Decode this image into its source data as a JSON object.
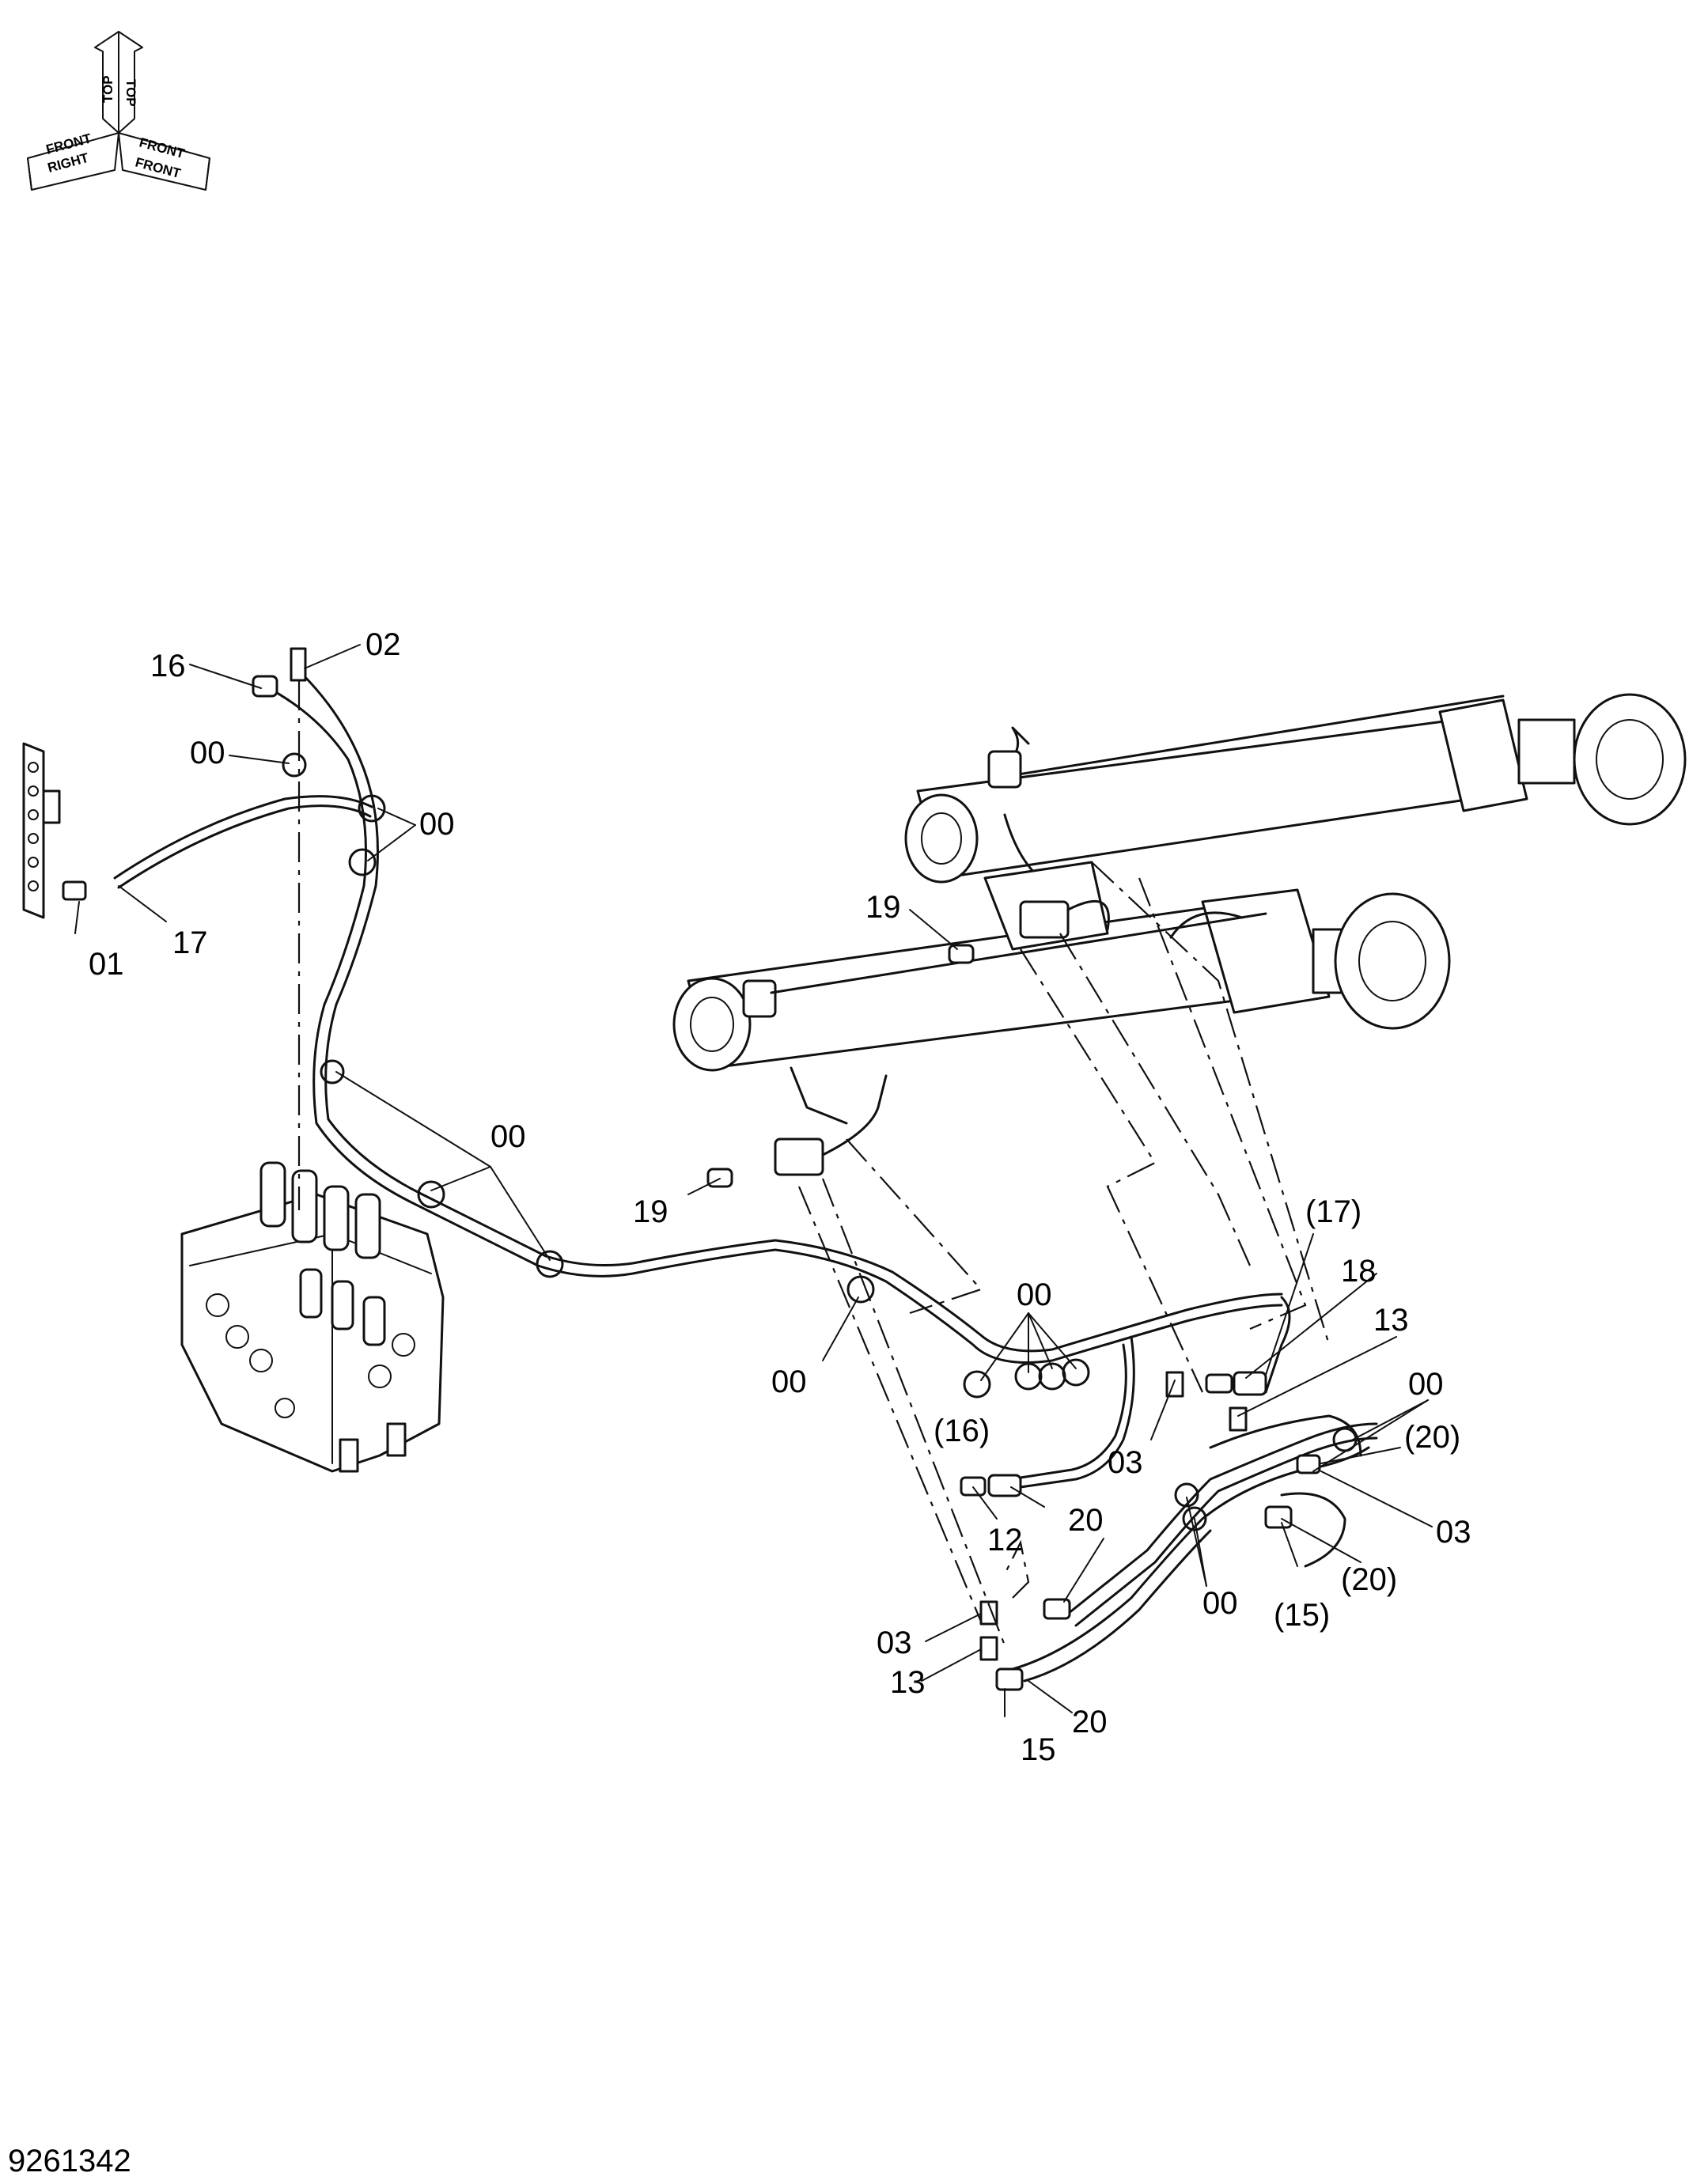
{
  "orientation": {
    "top": "TOP",
    "front_top": "FRONT",
    "front": "FRONT",
    "right": "RIGHT",
    "top_mirror": "TOP",
    "front_mirror": "FRONT"
  },
  "callouts": [
    {
      "id": "c-02",
      "text": "02"
    },
    {
      "id": "c-16a",
      "text": "16"
    },
    {
      "id": "c-00a",
      "text": "00"
    },
    {
      "id": "c-00b",
      "text": "00"
    },
    {
      "id": "c-01",
      "text": "01"
    },
    {
      "id": "c-17",
      "text": "17"
    },
    {
      "id": "c-19a",
      "text": "19"
    },
    {
      "id": "c-00c",
      "text": "00"
    },
    {
      "id": "c-19b",
      "text": "19"
    },
    {
      "id": "c-17p",
      "text": "(17)"
    },
    {
      "id": "c-00d",
      "text": "00"
    },
    {
      "id": "c-18",
      "text": "18"
    },
    {
      "id": "c-13a",
      "text": "13"
    },
    {
      "id": "c-00e",
      "text": "00"
    },
    {
      "id": "c-00f",
      "text": "00"
    },
    {
      "id": "c-16p",
      "text": "(16)"
    },
    {
      "id": "c-03a",
      "text": "03"
    },
    {
      "id": "c-20p1",
      "text": "(20)"
    },
    {
      "id": "c-03b",
      "text": "03"
    },
    {
      "id": "c-12",
      "text": "12"
    },
    {
      "id": "c-20a",
      "text": "20"
    },
    {
      "id": "c-20p2",
      "text": "(20)"
    },
    {
      "id": "c-00g",
      "text": "00"
    },
    {
      "id": "c-15p",
      "text": "(15)"
    },
    {
      "id": "c-03c",
      "text": "03"
    },
    {
      "id": "c-13b",
      "text": "13"
    },
    {
      "id": "c-20b",
      "text": "20"
    },
    {
      "id": "c-15",
      "text": "15"
    }
  ],
  "drawing_number": "9261342"
}
